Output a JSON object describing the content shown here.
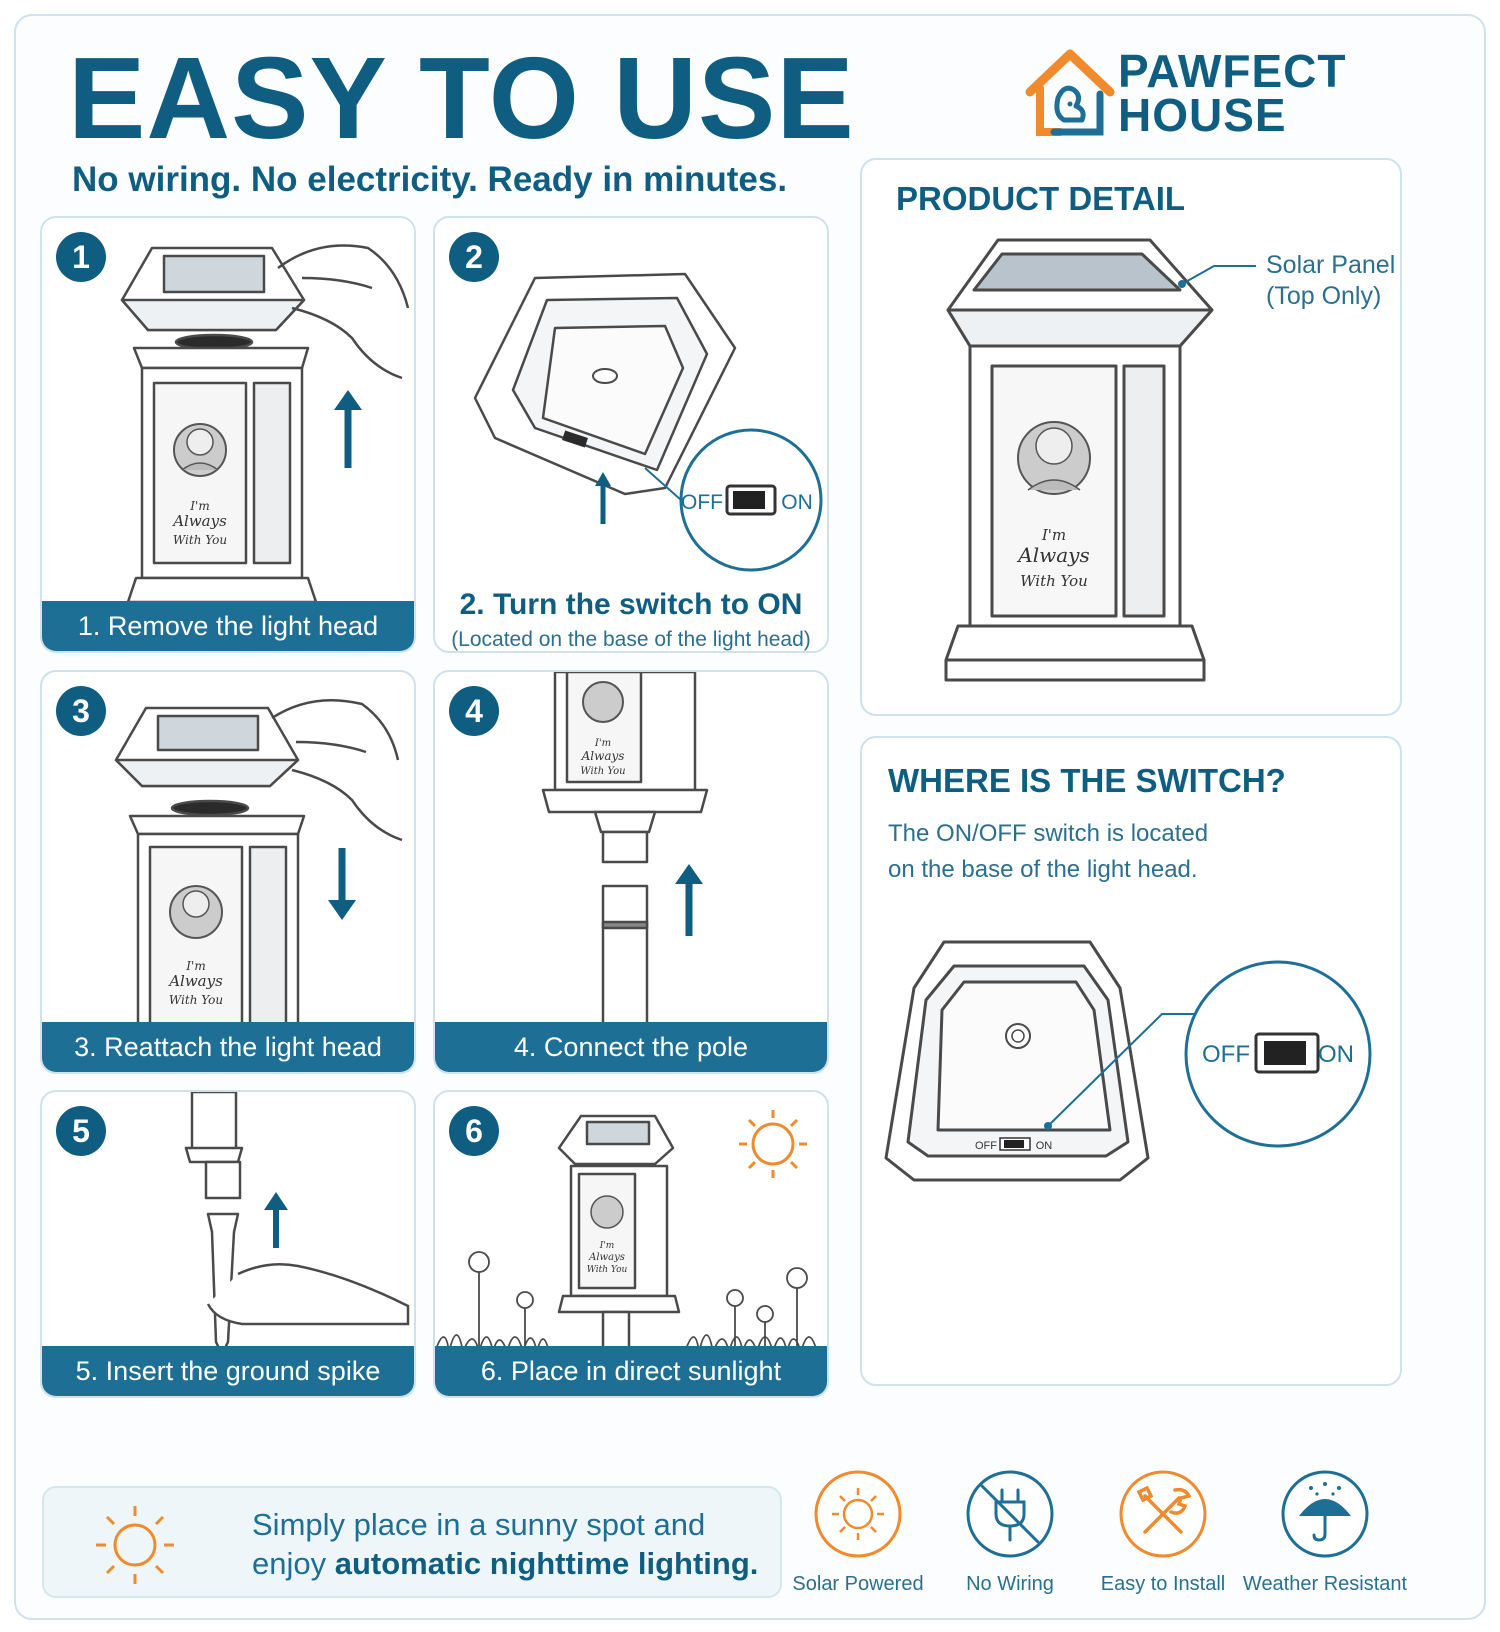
{
  "header": {
    "title": "EASY TO USE",
    "subtitle": "No wiring. No electricity. Ready in minutes."
  },
  "brand": {
    "line1": "PAWFECT",
    "line2": "HOUSE"
  },
  "steps": [
    {
      "number": "1",
      "label": "1. Remove the light head"
    },
    {
      "number": "2",
      "title": "2. Turn the switch to ON",
      "note": "(Located on the base of the light head)",
      "switch_off": "OFF",
      "switch_on": "ON"
    },
    {
      "number": "3",
      "label": "3. Reattach the light head"
    },
    {
      "number": "4",
      "label": "4. Connect the pole"
    },
    {
      "number": "5",
      "label": "5. Insert the ground spike"
    },
    {
      "number": "6",
      "label": "6. Place in direct sunlight"
    }
  ],
  "memorial_text": {
    "line1": "I'm",
    "line2": "Always",
    "line3": "With You"
  },
  "product_detail": {
    "title": "PRODUCT DETAIL",
    "callout_line1": "Solar Panel",
    "callout_line2": "(Top Only)"
  },
  "switch_panel": {
    "title": "WHERE IS THE SWITCH?",
    "desc_line1": "The ON/OFF switch is located",
    "desc_line2": "on the base of the light head.",
    "switch_off": "OFF",
    "switch_on": "ON"
  },
  "sunny": {
    "line1": "Simply place in a sunny spot and",
    "line2_plain": "enjoy ",
    "line2_bold": "automatic nighttime lighting."
  },
  "features": [
    {
      "label": "Solar Powered",
      "icon": "sun-icon"
    },
    {
      "label": "No Wiring",
      "icon": "no-plug-icon"
    },
    {
      "label": "Easy to Install",
      "icon": "tools-icon"
    },
    {
      "label": "Weather Resistant",
      "icon": "umbrella-rain-icon"
    }
  ],
  "colors": {
    "primary": "#0f5e82",
    "band": "#1d6f96",
    "accent_orange": "#f08a2c",
    "border": "#cfe2ec"
  }
}
